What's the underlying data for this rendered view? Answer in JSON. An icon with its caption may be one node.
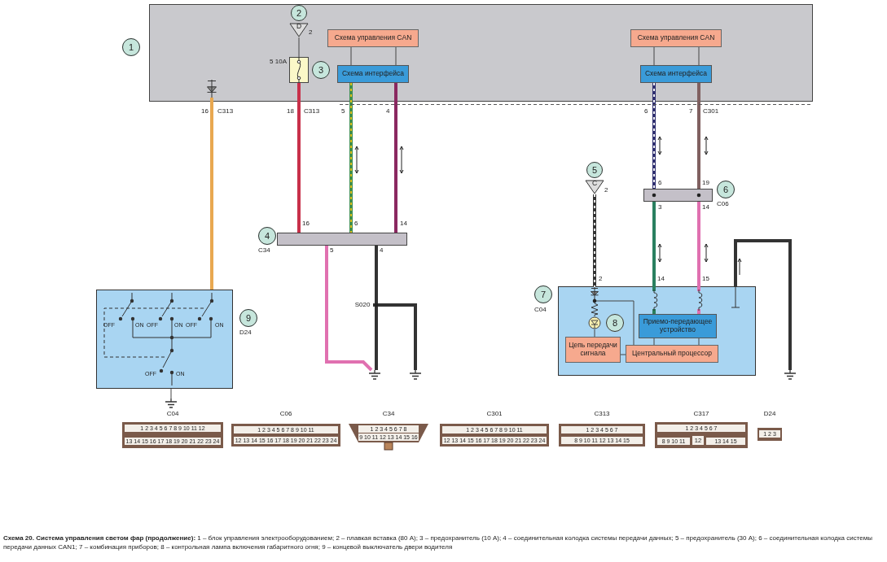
{
  "diagram": {
    "caption": "**Схема 20. Система управления светом фар (продолжение):** 1 – блок управления электрооборудованием; 2 – плавкая вставка (80 А); 3 – предохранитель (10 А); 4 – соединительная колодка системы передачи данных; 5 – предохранитель (30 А); 6 – соединительная колодка системы передачи данных CAN1; 7 – комбинация приборов; 8 – контрольная лампа включения габаритного огня; 9 – концевой выключатель двери водителя",
    "nodes": [
      {
        "text": [],
        "shape": "box"
      },
      {
        "text": [
          "1"
        ]
      },
      {
        "text": [
          "Схема управления CAN"
        ],
        "in": 0
      },
      {
        "text": [
          "Схема интерфейса"
        ],
        "in": 0
      },
      {
        "text": [
          "Схема управления CAN"
        ],
        "in": 0
      },
      {
        "text": [
          "Схема интерфейса"
        ],
        "in": 0
      },
      {
        "text": [],
        "shape": "fuse",
        "in": 0,
        "beside": [
          "5 10A"
        ]
      },
      {
        "text": [
          "3"
        ],
        "in": 0
      },
      {
        "text": [
          "D"
        ],
        "in": 0,
        "beside": [
          "2"
        ]
      },
      {
        "text": [
          "2"
        ],
        "in": 0
      },
      {
        "text": [],
        "shape": "bar",
        "beside": [
          "C34"
        ]
      },
      {
        "text": [
          "4"
        ]
      },
      {
        "text": [],
        "shape": "bar",
        "beside": [
          "C06"
        ]
      },
      {
        "text": [
          "6"
        ]
      },
      {
        "text": [
          "C"
        ],
        "beside": [
          "2"
        ]
      },
      {
        "text": [
          "5"
        ]
      },
      {
        "text": [],
        "shape": "box"
      },
      {
        "text": [
          "7"
        ]
      },
      {
        "text": [
          "Приемо-передающее устройство"
        ],
        "in": 16
      },
      {
        "text": [
          "Центральный процессор"
        ],
        "in": 16
      },
      {
        "text": [
          "Цепь передачи сигнала"
        ],
        "in": 16
      },
      {
        "text": [],
        "shape": "lamp",
        "in": 16
      },
      {
        "text": [
          "8"
        ],
        "in": 16
      },
      {
        "text": [],
        "shape": "box",
        "beside": [
          "D24"
        ]
      },
      {
        "text": [
          "9"
        ]
      },
      {
        "text": [],
        "shape": "ground"
      },
      {
        "text": [],
        "shape": "ground"
      },
      {
        "text": [],
        "shape": "ground"
      },
      {
        "text": [],
        "shape": "ground"
      },
      {
        "text": [
          "S020"
        ]
      },
      {
        "text": [],
        "shape": "diode",
        "in": 0
      },
      {
        "text": [],
        "shape": "diode",
        "in": 16
      }
    ],
    "edges": [
      {
        "from": 30,
        "to": 23,
        "arrow": "none",
        "color": "#e8a850"
      },
      {
        "from": 6,
        "to": 10,
        "arrow": "none",
        "color": "#c8304a"
      },
      {
        "from": 3,
        "to": 10,
        "arrow": "none",
        "color": "#3f8f4f"
      },
      {
        "from": 3,
        "to": 10,
        "arrow": "none",
        "color": "#8a2860"
      },
      {
        "from": 10,
        "to": 26,
        "arrow": "none",
        "color": "#e070b0"
      },
      {
        "from": 10,
        "to": 29,
        "arrow": "none",
        "color": "#333333"
      },
      {
        "from": 29,
        "to": 26,
        "arrow": "none",
        "color": "#333333"
      },
      {
        "from": 29,
        "to": 27,
        "arrow": "none",
        "color": "#333333"
      },
      {
        "from": 5,
        "to": 12,
        "arrow": "none",
        "color": "#303070"
      },
      {
        "from": 5,
        "to": 12,
        "arrow": "none",
        "color": "#806060"
      },
      {
        "from": 12,
        "to": 18,
        "arrow": "none",
        "color": "#2a8060"
      },
      {
        "from": 12,
        "to": 18,
        "arrow": "none",
        "color": "#e070b0"
      },
      {
        "from": 14,
        "to": 31,
        "arrow": "none",
        "color": "#333333"
      },
      {
        "from": 31,
        "to": 19,
        "arrow": "none"
      },
      {
        "from": 16,
        "to": 28,
        "arrow": "none",
        "color": "#333333"
      },
      {
        "from": 23,
        "to": 25,
        "arrow": "none"
      },
      {
        "from": 8,
        "to": 6,
        "arrow": "none"
      },
      {
        "from": 2,
        "to": 3,
        "arrow": "none"
      },
      {
        "from": 2,
        "to": 3,
        "arrow": "none"
      },
      {
        "from": 4,
        "to": 5,
        "arrow": "none"
      },
      {
        "from": 4,
        "to": 5,
        "arrow": "none"
      },
      {
        "from": 21,
        "to": 20,
        "arrow": "none"
      },
      {
        "from": 20,
        "to": 19,
        "arrow": "none"
      },
      {
        "from": 18,
        "to": 19,
        "arrow": "none"
      },
      {
        "from": 18,
        "to": 19,
        "arrow": "none"
      },
      {
        "from": 31,
        "to": 21,
        "arrow": "none"
      }
    ],
    "labels": [
      "16",
      "C313",
      "18",
      "C313",
      "5",
      "4",
      "6",
      "7",
      "C301",
      "16",
      "6",
      "14",
      "6",
      "19",
      "3",
      "14",
      "5",
      "4",
      "2",
      "14",
      "15",
      "OFF",
      "ON",
      "OFF",
      "ON",
      "OFF",
      "ON",
      "OFF",
      "ON",
      "C04",
      "C06",
      "C34",
      "C301",
      "C313",
      "C317",
      "D24",
      "1 2 3 4 5 6 7 8 9 10 11 12",
      "13 14 15 16 17 18 19 20 21 22 23 24",
      "1 2 3 4 5 6 7 8 9 10 11",
      "12 13 14 15 16 17 18 19 20 21 22 23 24",
      "1 2 3 4 5 6 7 8",
      "9 10 11 12 13 14 15 16",
      "1 2 3 4 5 6 7 8 9 10 11",
      "12 13 14 15 16 17 18 19 20 21 22 23 24",
      "1 2 3 4 5 6 7",
      "8 9 10 11 12 13 14 15",
      "1 2 3 4 5 6 7",
      "8 9 10 11",
      "12",
      "13 14 15",
      "1 2 3",
      "C04"
    ]
  }
}
